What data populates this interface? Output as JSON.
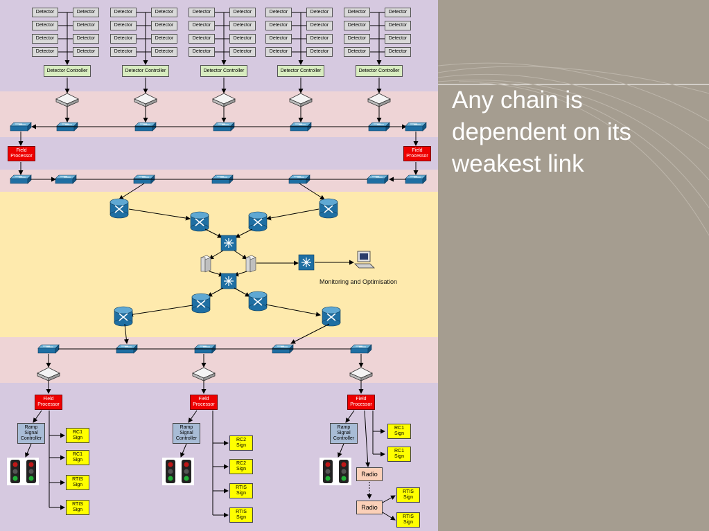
{
  "slide": {
    "title": "Any chain is dependent on its weakest link"
  },
  "diagram": {
    "detector_label": "Detector",
    "detector_controller_label": "Detector Controller",
    "field_processor_label": "Field\nProcessor",
    "ramp_signal_controller_label": "Ramp\nSignal\nController",
    "radio_label": "Radio",
    "monitoring_label": "Monitoring and Optimisation",
    "bottom_groups": [
      {
        "signs": [
          "RC1\nSign",
          "RC1\nSign",
          "RTIS\nSign",
          "RTIS\nSign"
        ]
      },
      {
        "signs": [
          "RC2\nSign",
          "RC2\nSign",
          "RTIS\nSign",
          "RTIS\nSign"
        ]
      },
      {
        "signs": [
          "RC1\nSign",
          "RC1\nSign",
          "RTIS\nSign",
          "RTIS\nSign"
        ]
      }
    ],
    "colors": {
      "background": "#d6c9e0",
      "pink_band": "#eed4d6",
      "core_band": "#feeaad",
      "field_processor": "#ee0000",
      "sign": "#ffff00",
      "switch": "#1f6fa3"
    }
  }
}
